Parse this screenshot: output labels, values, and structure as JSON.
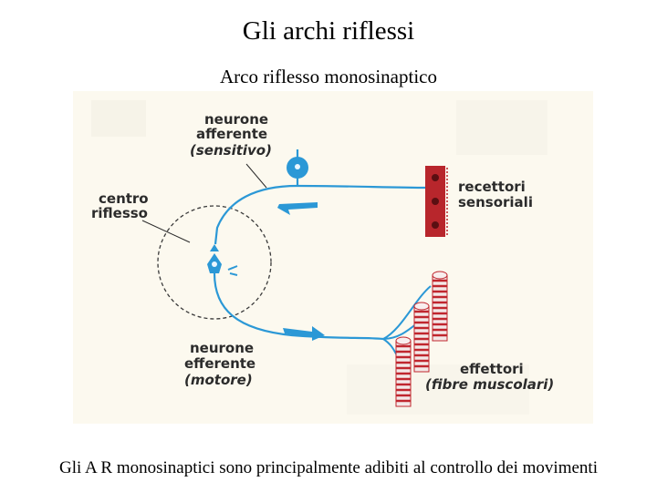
{
  "title": "Gli archi riflessi",
  "subtitle": "Arco riflesso monosinaptico",
  "caption": "Gli A R monosinaptici sono principalmente adibiti al controllo dei movimenti",
  "diagram": {
    "afferent": {
      "line1": "neurone",
      "line2": "afferente",
      "line3": "(sensitivo)"
    },
    "center": {
      "line1": "centro",
      "line2": "riflesso"
    },
    "receptors": {
      "line1": "recettori",
      "line2": "sensoriali"
    },
    "efferent": {
      "line1": "neurone",
      "line2": "efferente",
      "line3": "(motore)"
    },
    "effectors": {
      "line1": "effettori",
      "line2": "(fibre muscolari)"
    }
  },
  "colors": {
    "neuron": "#2b98d6",
    "receptor": "#b8262c",
    "muscle_stripe": "#c0262e",
    "label": "#2b2b2b"
  },
  "icons": [
    "arrow-left-icon",
    "arrow-right-icon"
  ]
}
